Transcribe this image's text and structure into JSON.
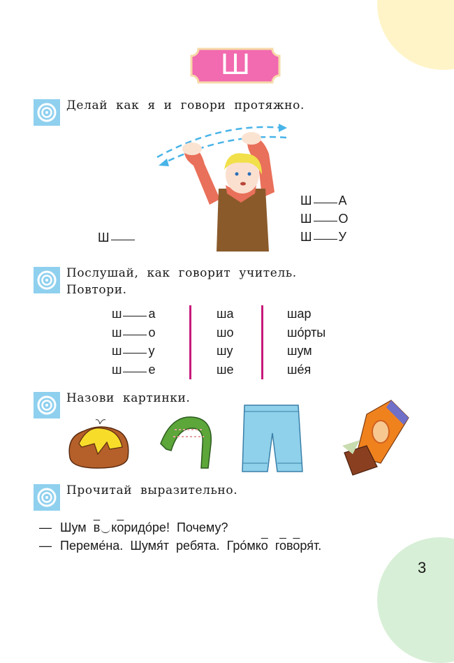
{
  "header": {
    "letter": "Ш",
    "badge_color": "#f26ab0",
    "badge_border": "#f7d9a8"
  },
  "task1": {
    "text": "Делай как я и говори протяжно.",
    "left_syllable": {
      "letter": "Ш"
    },
    "right_syllables": [
      {
        "letter": "Ш",
        "vowel": "А"
      },
      {
        "letter": "Ш",
        "vowel": "О"
      },
      {
        "letter": "Ш",
        "vowel": "У"
      }
    ],
    "illustration": "boy-waving-arms"
  },
  "task2": {
    "line1": "Послушай, как говорит учитель.",
    "line2": "Повтори.",
    "col1": [
      {
        "c": "ш",
        "v": "а"
      },
      {
        "c": "ш",
        "v": "о"
      },
      {
        "c": "ш",
        "v": "у"
      },
      {
        "c": "ш",
        "v": "е"
      }
    ],
    "col2": [
      "ша",
      "шо",
      "шу",
      "ше"
    ],
    "col3": [
      "шар",
      "шо́рты",
      "шум",
      "ше́я"
    ],
    "divider_color": "#c7197a"
  },
  "task3": {
    "text": "Назови картинки.",
    "pictures": [
      "fur-hat",
      "scarf",
      "shorts",
      "chocolate"
    ]
  },
  "task4": {
    "text": "Прочитай выразительно.",
    "line1": {
      "dash": "—",
      "w1": "Шум",
      "w2": "в",
      "w3a": "к",
      "w3b": "о",
      "w3c": "ридо́ре!",
      "w4": "Почему?"
    },
    "line2": {
      "dash": "—",
      "w1": "Переме́на.",
      "w2": "Шумя́т",
      "w3": "ребята.",
      "w4a": "Гро́мк",
      "w4b": "о",
      "w5a": "г",
      "w5b": "о",
      "w5c": "в",
      "w5d": "о",
      "w5e": "ря́т."
    }
  },
  "footer": {
    "page_number": "3"
  }
}
